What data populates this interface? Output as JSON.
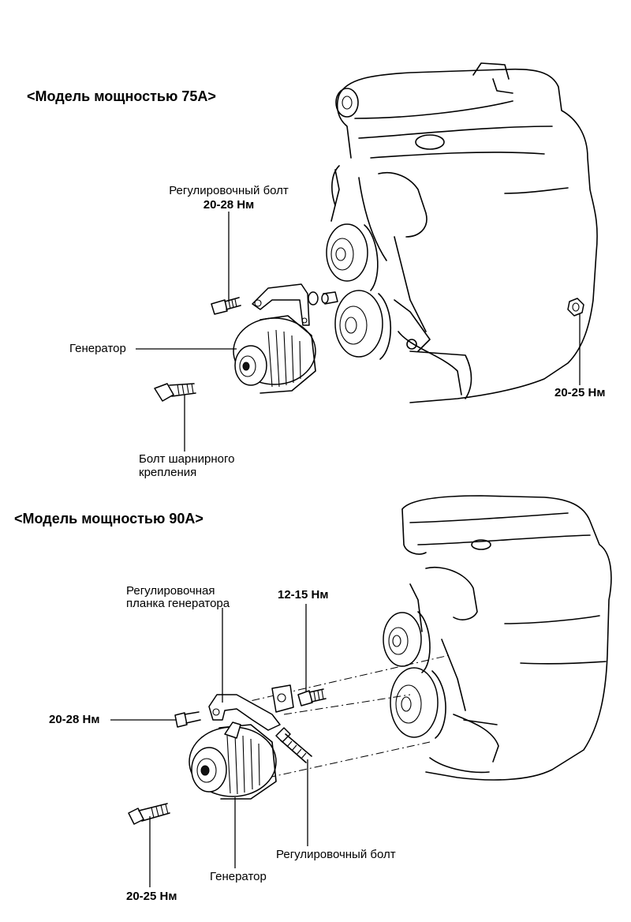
{
  "sections": [
    {
      "title": "<Модель мощностью 75A>",
      "labels": {
        "adjusting_bolt": "Регулировочный болт",
        "adjusting_bolt_torque": "20-28 Нм",
        "generator": "Генератор",
        "pivot_bolt_line1": "Болт шарнирного",
        "pivot_bolt_line2": "крепления",
        "nut_torque": "20-25 Нм"
      }
    },
    {
      "title": "<Модель мощностью 90A>",
      "labels": {
        "bracket_line1": "Регулировочная",
        "bracket_line2": "планка генератора",
        "bolt_torque_top": "12-15 Нм",
        "bolt_torque_left": "20-28 Нм",
        "adjusting_bolt": "Регулировочный болт",
        "generator": "Генератор",
        "pivot_bolt_torque": "20-25 Нм"
      }
    }
  ]
}
